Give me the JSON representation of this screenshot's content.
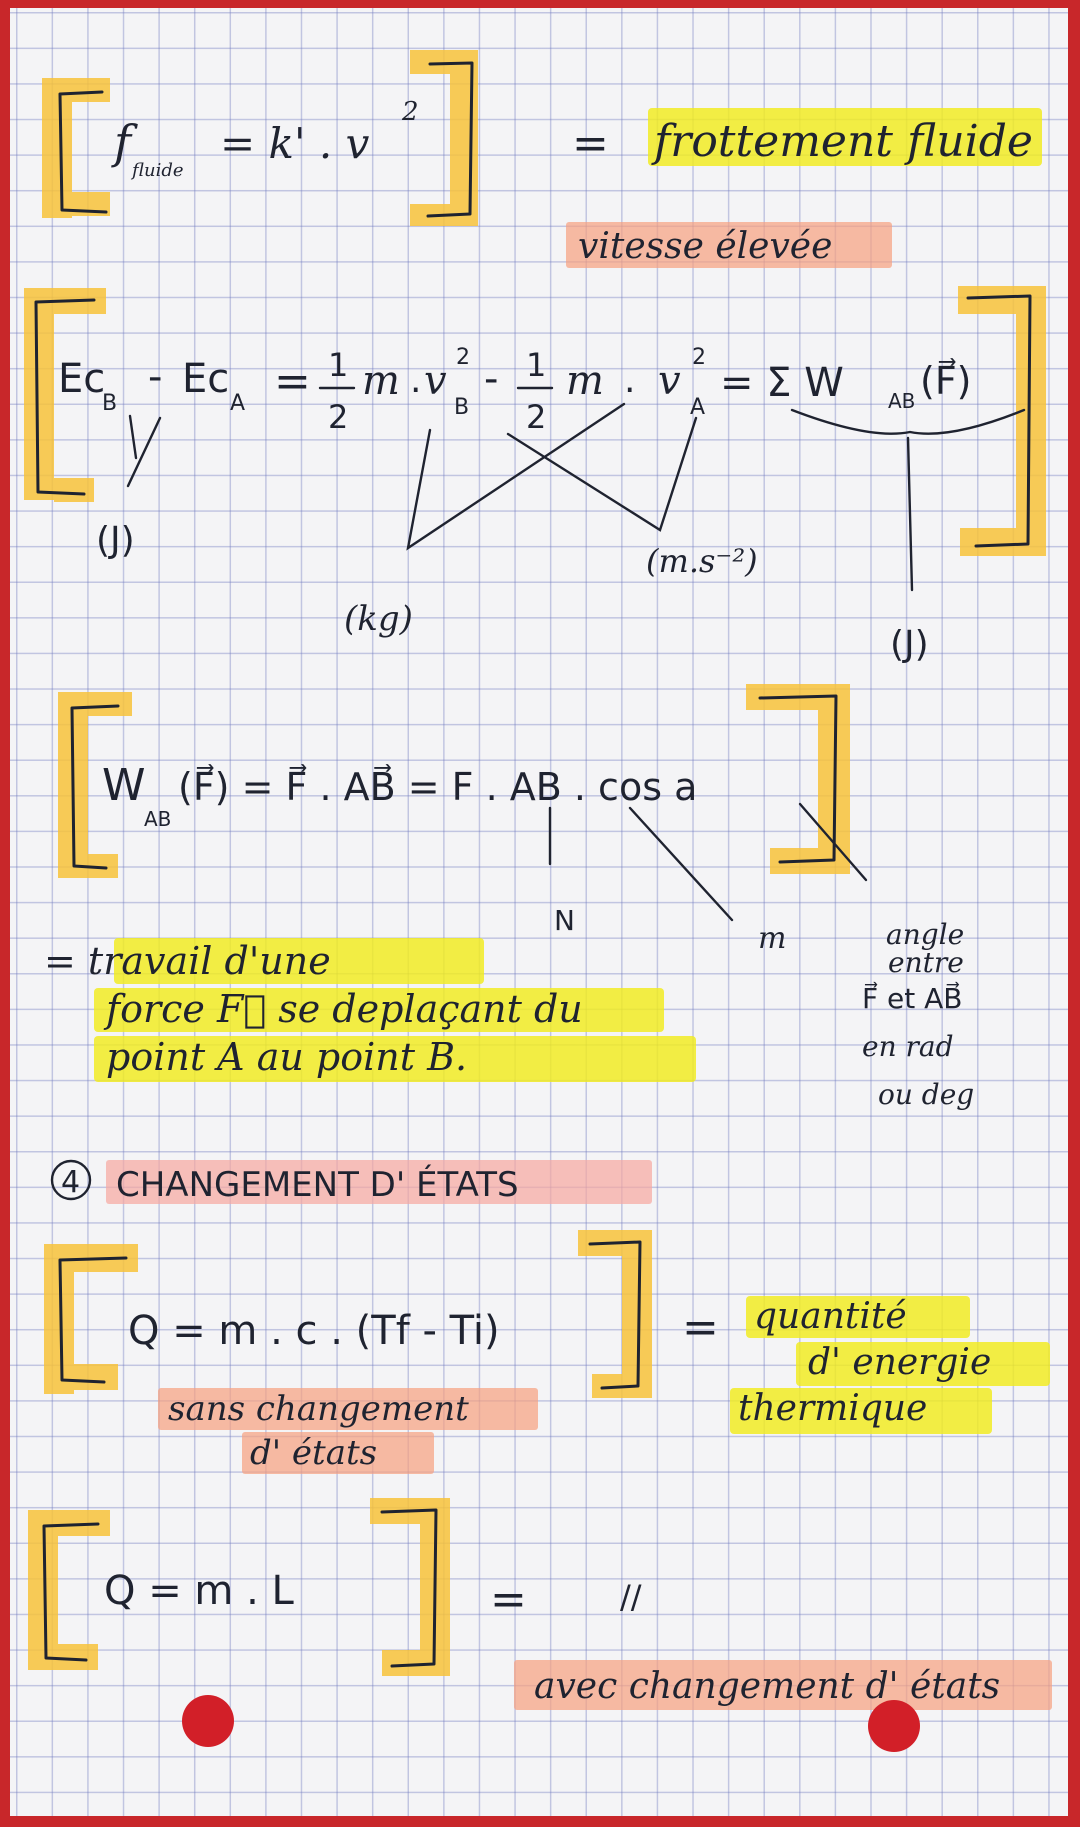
{
  "f1": {
    "lhs": "f",
    "lhs_sub": "fluide",
    "eq": "= k' . v",
    "exp": "2",
    "equals": "=",
    "meaning": "frottement fluide",
    "condition": "vitesse élevée"
  },
  "f2": {
    "ec": "Ec",
    "sub_b": "B",
    "minus": "-",
    "sub_a": "A",
    "eq": "=",
    "half_num": "1",
    "half_den": "2",
    "m": "m",
    "dot": ".",
    "v": "v",
    "exp": "2",
    "minus2": "-",
    "eq2": "= Σ W",
    "ab": "AB",
    "force": "(F⃗)",
    "unit_j_left": "(J)",
    "unit_kg": "(kg)",
    "unit_ms": "(m.s⁻²)",
    "unit_j_right": "(J)"
  },
  "f3": {
    "w": "W",
    "ab": "AB",
    "expr": "(F⃗) = F⃗ . AB⃗ = F . AB . cos a",
    "unit_n": "N",
    "unit_m": "m",
    "angle_lines": [
      "angle",
      "entre",
      "F⃗ et AB⃗",
      "en rad",
      "ou deg"
    ],
    "desc_lines": [
      "= travail d'une",
      "force F⃗ se deplaçant du",
      "point  A  au  point B."
    ]
  },
  "section": {
    "number": "4",
    "title": "CHANGEMENT  D' ÉTATS"
  },
  "f4": {
    "expr": "Q = m . c . (Tf - Ti)",
    "equals": "=",
    "meaning_lines": [
      "quantité",
      "d' energie",
      "thermique"
    ],
    "note_lines": [
      "sans changement",
      "d' états"
    ]
  },
  "f5": {
    "expr": "Q = m . L",
    "equals": "=",
    "ditto": "//",
    "note": "avec changement  d' états"
  },
  "colors": {
    "page_border": "#c8272a",
    "highlight_yellow": "#f2ec1c",
    "highlight_orange": "#f7c23a",
    "highlight_salmon": "#f6a07f",
    "ink": "#1f2330",
    "binder_hole": "#d21f28"
  }
}
